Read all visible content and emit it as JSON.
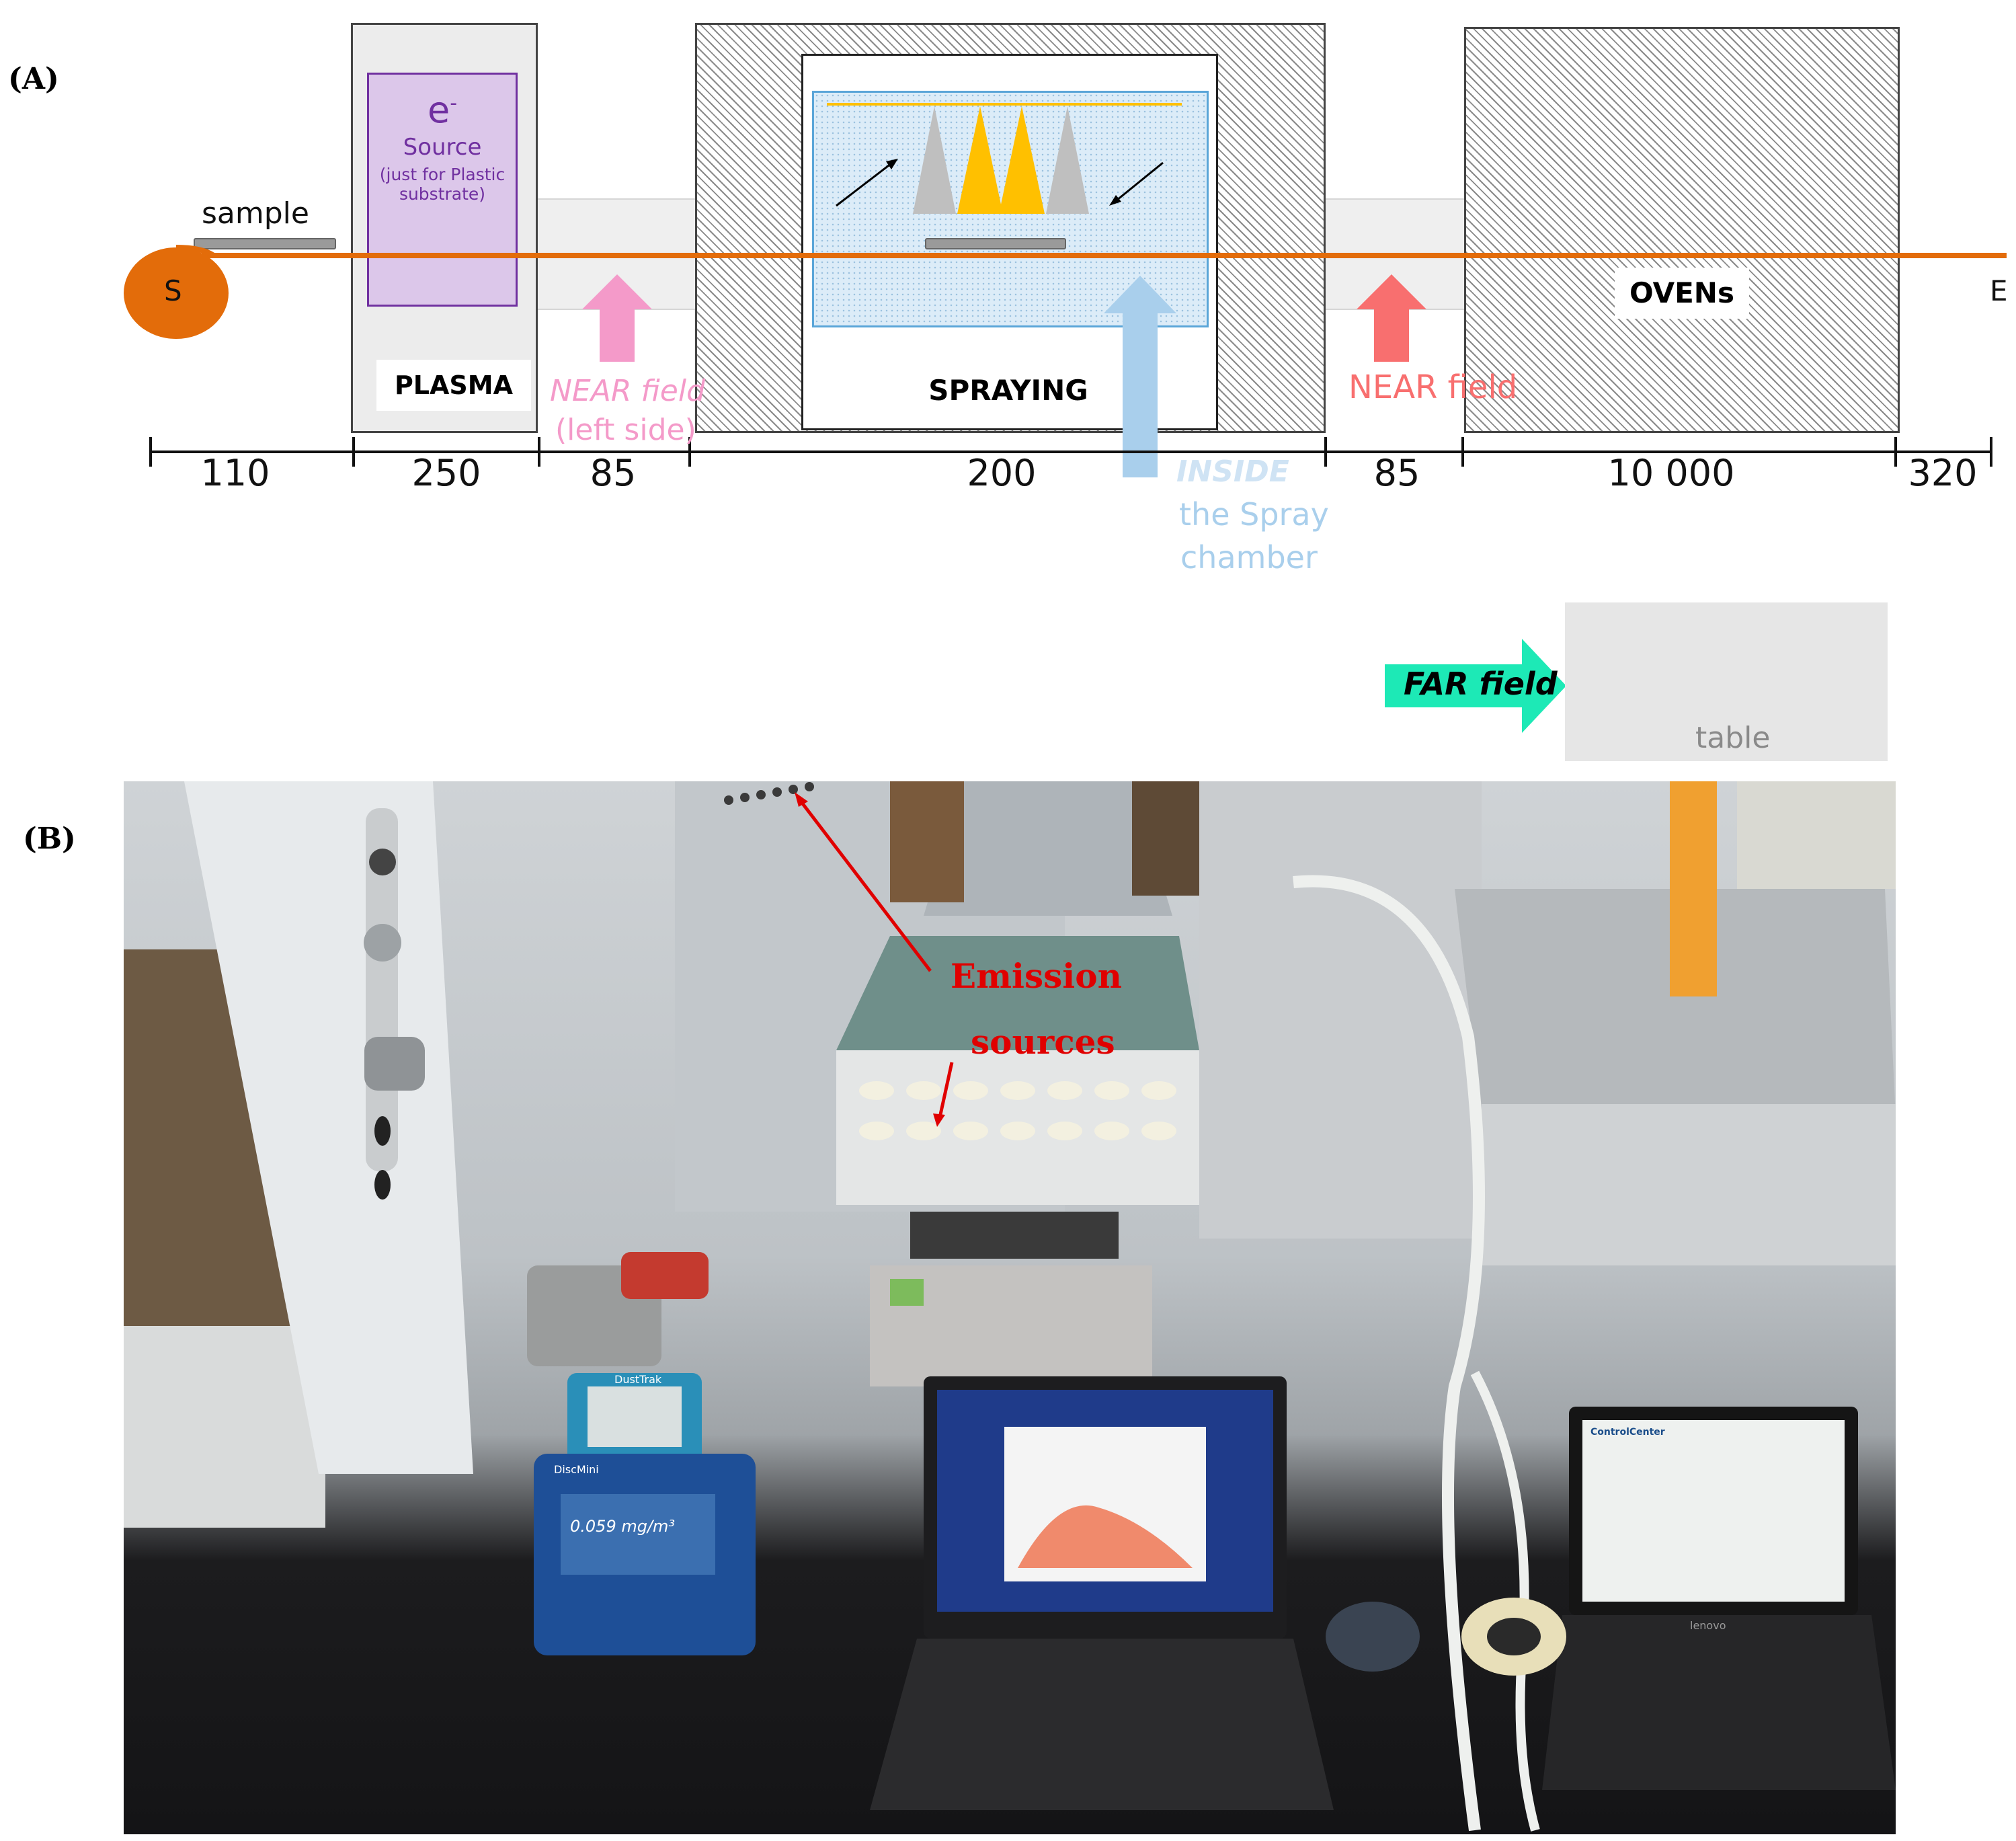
{
  "panel_a": {
    "label": "(A)",
    "start_label": "S",
    "end_label": "E",
    "sample_label": "sample",
    "source_symbol": "e",
    "source_superscript": "-",
    "source_title": "Source",
    "source_note_line1": "(just for Plastic",
    "source_note_line2": "substrate)",
    "plasma_label": "PLASMA",
    "spraying_label": "SPRAYING",
    "ovens_label": "OVENs",
    "near_left_line1": "NEAR field",
    "near_left_line2": "(left side)",
    "near_right": "NEAR field",
    "inside_line1": "INSIDE",
    "inside_line2": "the Spray",
    "inside_line3": "chamber",
    "far_field": "FAR field",
    "table_label": "table",
    "measures": [
      "110",
      "250",
      "85",
      "200",
      "85",
      "10 000",
      "320"
    ],
    "colors": {
      "line": "#e36c0a",
      "plasma_box": "#7030a0",
      "near_left": "#f49ac9",
      "near_right": "#f86f6f",
      "inside": "#a9cfec",
      "far": "#1de9b6",
      "yellow": "#ffc000"
    }
  },
  "panel_b": {
    "label": "(B)",
    "annotation_line1": "Emission",
    "annotation_line2": "sources",
    "device_reading": "0.059 mg/m³",
    "device_brand_1": "DustTrak",
    "device_brand_2": "DiscMini",
    "laptop_right_app": "ControlCenter",
    "laptop_brand": "lenovo"
  }
}
